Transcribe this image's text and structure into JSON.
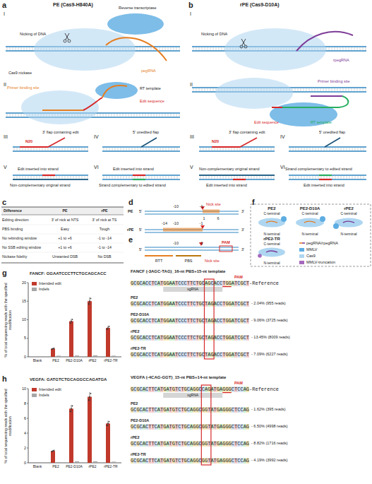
{
  "diagram": {
    "nodes": [
      {
        "text": [
          "PE2",
          "C-terminal",
          "N-terminal"
        ]
      },
      {
        "text": [
          "PE2-D10A",
          "C-terminal",
          "N-terminal"
        ]
      },
      {
        "text": [
          "rPE2",
          "C-terminal",
          "N-terminal"
        ]
      },
      {
        "text": [
          "rPE2-TR",
          "C-terminal",
          "N-terminal"
        ]
      }
    ],
    "labels": [
      "a",
      "PE (Cas9-H840A)",
      "I",
      "Reverse transcriptase",
      "Nicking of DNA",
      "Cas9 nickase",
      "pegRNA",
      "II",
      "Primer binding site",
      "RT template",
      "Edit sequence",
      "III",
      "N20",
      "3' flap containing edit",
      "IV",
      "5' unedited flap",
      "V",
      "Edit inserted into strand",
      "Non-complementary original strand",
      "VI",
      "Edit inserted into strand",
      "Strand complementary to edited strand",
      "b",
      "rPE (Cas9-D10A)",
      "I",
      "Nicking of DNA",
      "rpegRNA",
      "II",
      "Primer binding site",
      "Edit sequence",
      "RT template",
      "III",
      "N20",
      "3' flap containing edit",
      "IV",
      "5' unedited flap",
      "V",
      "Non-complementary original strand",
      "Edit inserted into strand",
      "VI",
      "Strand complementary to edited strand",
      "Edit inserted into strand",
      "c",
      "Difference",
      "PE",
      "rPE",
      "Editing direction",
      "3' of nick at NTS",
      "3' of nick at TS",
      "PBS binding",
      "Easy",
      "Tough",
      "No rebinding window",
      "+1 to +6",
      "-1 to -14",
      "No SSB editing window",
      "+1 to +6",
      "-1 to -14",
      "Nickase fidelity",
      "Unwanted DSB",
      "No DSB",
      "d",
      "PE",
      "5'",
      "-10",
      "-1",
      "Nick site",
      "1",
      "6",
      "3'",
      "rPE",
      "5'",
      "-14",
      "-10",
      "-1",
      "3'",
      "e",
      "5'",
      "-10",
      "-1",
      "PAM",
      "Nick site",
      "RTT",
      "PBS",
      "3'",
      "f",
      "g",
      "FANCF: GGAATCCCTTCTGCAGCACC",
      "% of total sequencing reads with the specified modification",
      "0",
      "5",
      "10",
      "15",
      "20",
      "Blank",
      "PE2",
      "PE2-D10A",
      "rPE2",
      "rPE2-TR",
      "FANCF (-3AGC-TAG)_16-nt PBS+15-nt template",
      "PAM",
      "GCGCACCTCATGGAATCCCTTCTGCAGCACCTGGATCGCT-Reference",
      "sgRNA",
      "PE2",
      "GCGCACCTCATGGAATCCCTTCTGCTAGACCTGGATCGCT",
      "- 2.04% (955 reads)",
      "PE2-D10A",
      "GCGCACCTCATGGAATCCCTTCTGCTAGACCTGGATCGCT",
      "- 9.06% (3725 reads)",
      "rPE2",
      "GCGCACCTCATGGAATCCCTTCTGCTAGACCTGGATCGCT",
      "- 13.45% (8009 reads)",
      "rPE2-TR",
      "GCGCACCTCATGGAATCCCTTCTGCTAGACCTGGATCGCT",
      "- 7.09% (6227 reads)",
      "h",
      "VEGFA: GATGTCTGCAGGCCAGATGA",
      "% of total sequencing reads with the specified modification",
      "0",
      "2",
      "4",
      "6",
      "8",
      "10",
      "Blank",
      "PE2",
      "PE2-D10A",
      "rPE2",
      "rPE2-TR",
      "VEGFA (-4CAG-GGT)_15-nt PBS+14-nt template",
      "PAM",
      "GCGCACTTCATGATGTCTGCAGGCCAGATGAGGGCTCCAG-Reference",
      "sgRNA",
      "PE2",
      "GCGCACTTCATGATGTCTGCAGGCGGTATGAGGGCTCCAG",
      "- 1.62% (395 reads)",
      "PE2-D10A",
      "GCGCACTTCATGATGTCTGCAGGCGGTATGAGGGCTCCAG",
      "- 6.50% (4998 reads)",
      "rPE2",
      "GCGCACTTCATGATGTCTGCAGGCGGTATGAGGGCTCCAG",
      "- 8.82% (1716 reads)",
      "rPE2-TR",
      "GCGCACTTCATGATGTCTGCAGGCGGTATGAGGGCTCCAG",
      "- 4.19% (3992 reads)"
    ],
    "legend": [
      {
        "text": "pegRNA/rpegRNA"
      },
      {
        "text": "MMLV",
        "color": "#5dade2"
      },
      {
        "text": "Cas9",
        "color": "#aed6f1"
      },
      {
        "text": "MMLV-truncation",
        "color": "#a569bd"
      },
      {
        "text": "Intended edit",
        "color": "#c0392b"
      },
      {
        "text": "Indels",
        "color": "#a6a6a6"
      },
      {
        "text": "Intended edit",
        "color": "#c0392b"
      },
      {
        "text": "Indels",
        "color": "#a6a6a6"
      }
    ]
  }
}
